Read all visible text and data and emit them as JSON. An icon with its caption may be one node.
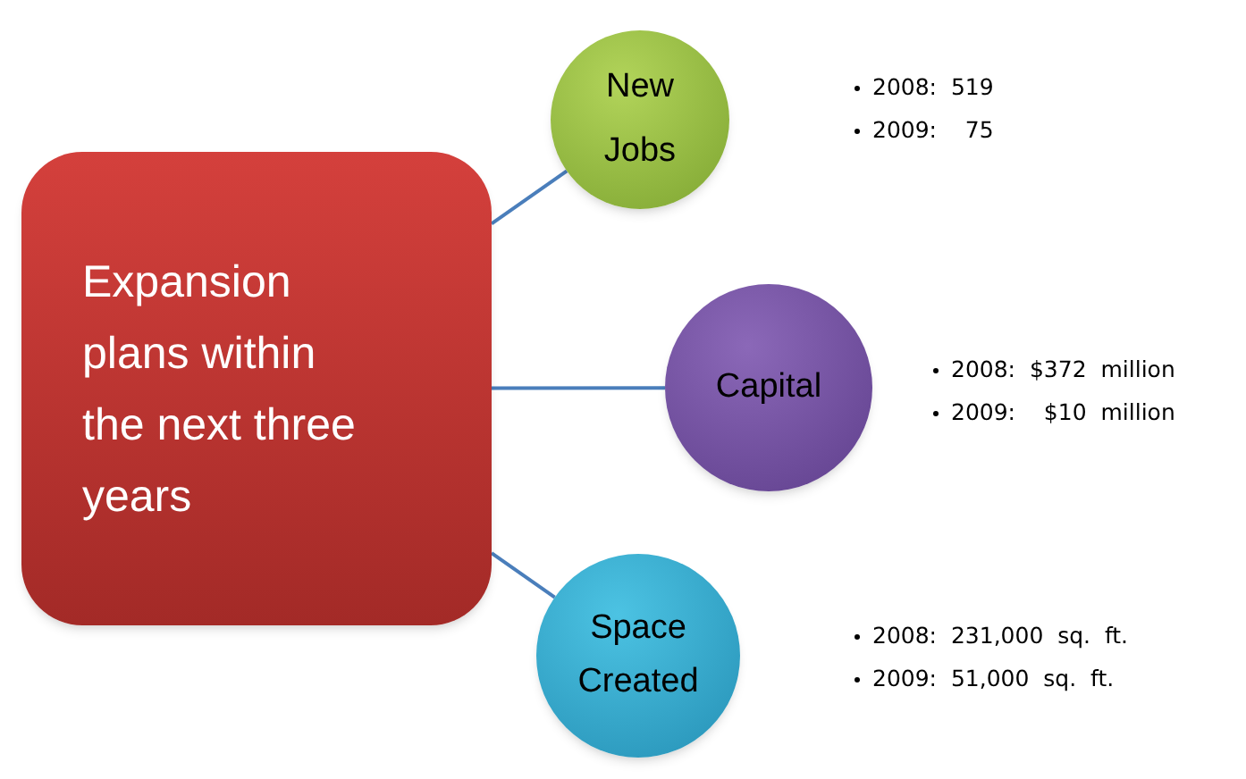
{
  "diagram": {
    "nodes": [
      {
        "text": [
          "Expansion plans within the next three years"
        ]
      },
      {
        "text": [
          "New Jobs"
        ],
        "beside": [
          "2008:  519",
          "2009:    75"
        ]
      },
      {
        "text": [
          "Capital"
        ],
        "beside": [
          "2008:  $372  million",
          "2009:    $10  million"
        ]
      },
      {
        "text": [
          "Space Created"
        ],
        "beside": [
          "2008:  231,000  sq.  ft.",
          "2009:  51,000  sq.  ft."
        ]
      }
    ],
    "edges": [
      {
        "from": 0,
        "to": 1,
        "arrow": "none"
      },
      {
        "from": 0,
        "to": 2,
        "arrow": "none"
      },
      {
        "from": 0,
        "to": 3,
        "arrow": "none"
      }
    ]
  }
}
